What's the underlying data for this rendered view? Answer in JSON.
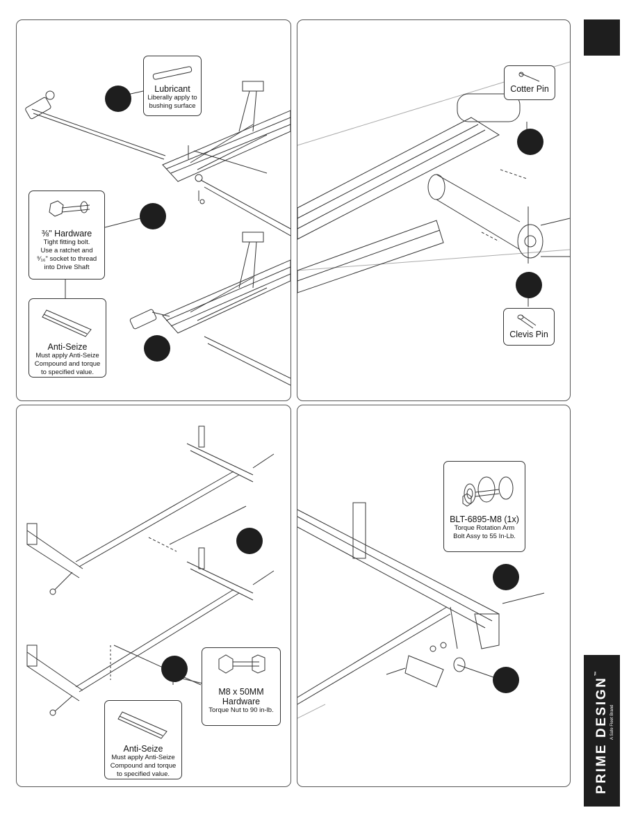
{
  "panel1": {
    "lubricant": {
      "title": "Lubricant",
      "body": [
        "Liberally apply to",
        "bushing surface"
      ]
    },
    "hardware": {
      "title": "⅜\" Hardware",
      "body": [
        "Tight fitting bolt.",
        "Use a ratchet and",
        "⁹⁄₁₆\" socket to thread",
        "into Drive Shaft"
      ]
    },
    "antiseize": {
      "title": "Anti-Seize",
      "body": [
        "Must apply Anti-Seize",
        "Compound and torque",
        "to specified value."
      ]
    }
  },
  "panel2": {
    "cotter": {
      "title": "Cotter Pin"
    },
    "clevis": {
      "title": "Clevis Pin"
    }
  },
  "panel3": {
    "m8": {
      "title": "M8 x 50MM",
      "title2": "Hardware",
      "body": [
        "Torque Nut to 90 in-lb."
      ]
    },
    "antiseize": {
      "title": "Anti-Seize",
      "body": [
        "Must apply Anti-Seize",
        "Compound and torque",
        "to specified value."
      ]
    }
  },
  "panel4": {
    "blt": {
      "title": "BLT-6895-M8 (1x)",
      "body": [
        "Torque Rotation Arm",
        "Bolt Assy to 55 In-Lb."
      ]
    }
  },
  "brand": {
    "name": "PRIME DESIGN",
    "mark": "™",
    "tagline": "A Safe Fleet Brand"
  },
  "colors": {
    "ink": "#1e1e1e",
    "line": "#333333"
  }
}
